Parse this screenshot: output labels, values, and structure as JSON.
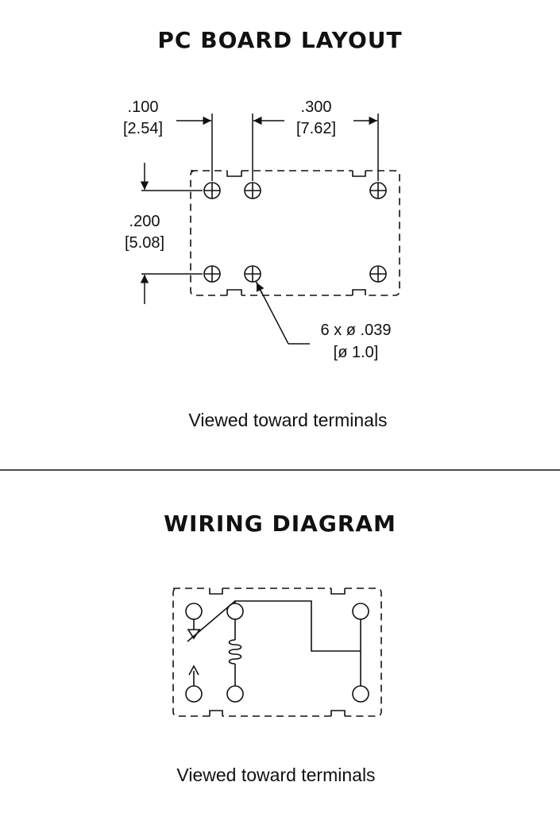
{
  "pcb_layout": {
    "title": "PC BOARD LAYOUT",
    "dimensions": {
      "pitch_small_in": ".100",
      "pitch_small_mm": "[2.54]",
      "pitch_large_in": ".300",
      "pitch_large_mm": "[7.62]",
      "row_spacing_in": ".200",
      "row_spacing_mm": "[5.08]",
      "hole_callout_in": "6 x ø .039",
      "hole_callout_mm": "[ø 1.0]"
    },
    "caption": "Viewed toward terminals"
  },
  "wiring_diagram": {
    "title": "WIRING DIAGRAM",
    "caption": "Viewed toward terminals"
  }
}
